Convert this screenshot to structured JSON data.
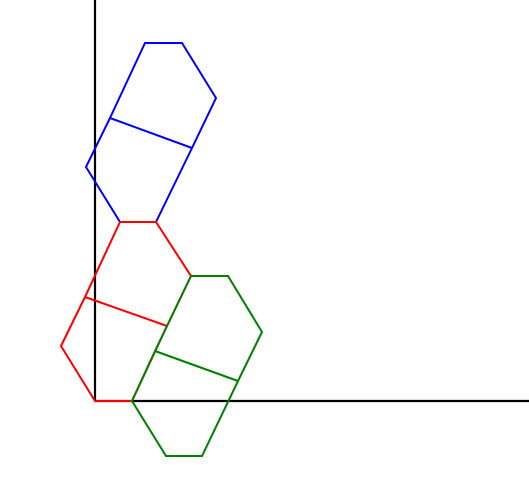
{
  "diagram": {
    "axes_color": "#000000",
    "shapes": [
      {
        "name": "blue-hexagon-pair",
        "color": "#0000ff"
      },
      {
        "name": "red-hexagon",
        "color": "#ff0000"
      },
      {
        "name": "green-hexagon-pair",
        "color": "#008000"
      }
    ]
  }
}
